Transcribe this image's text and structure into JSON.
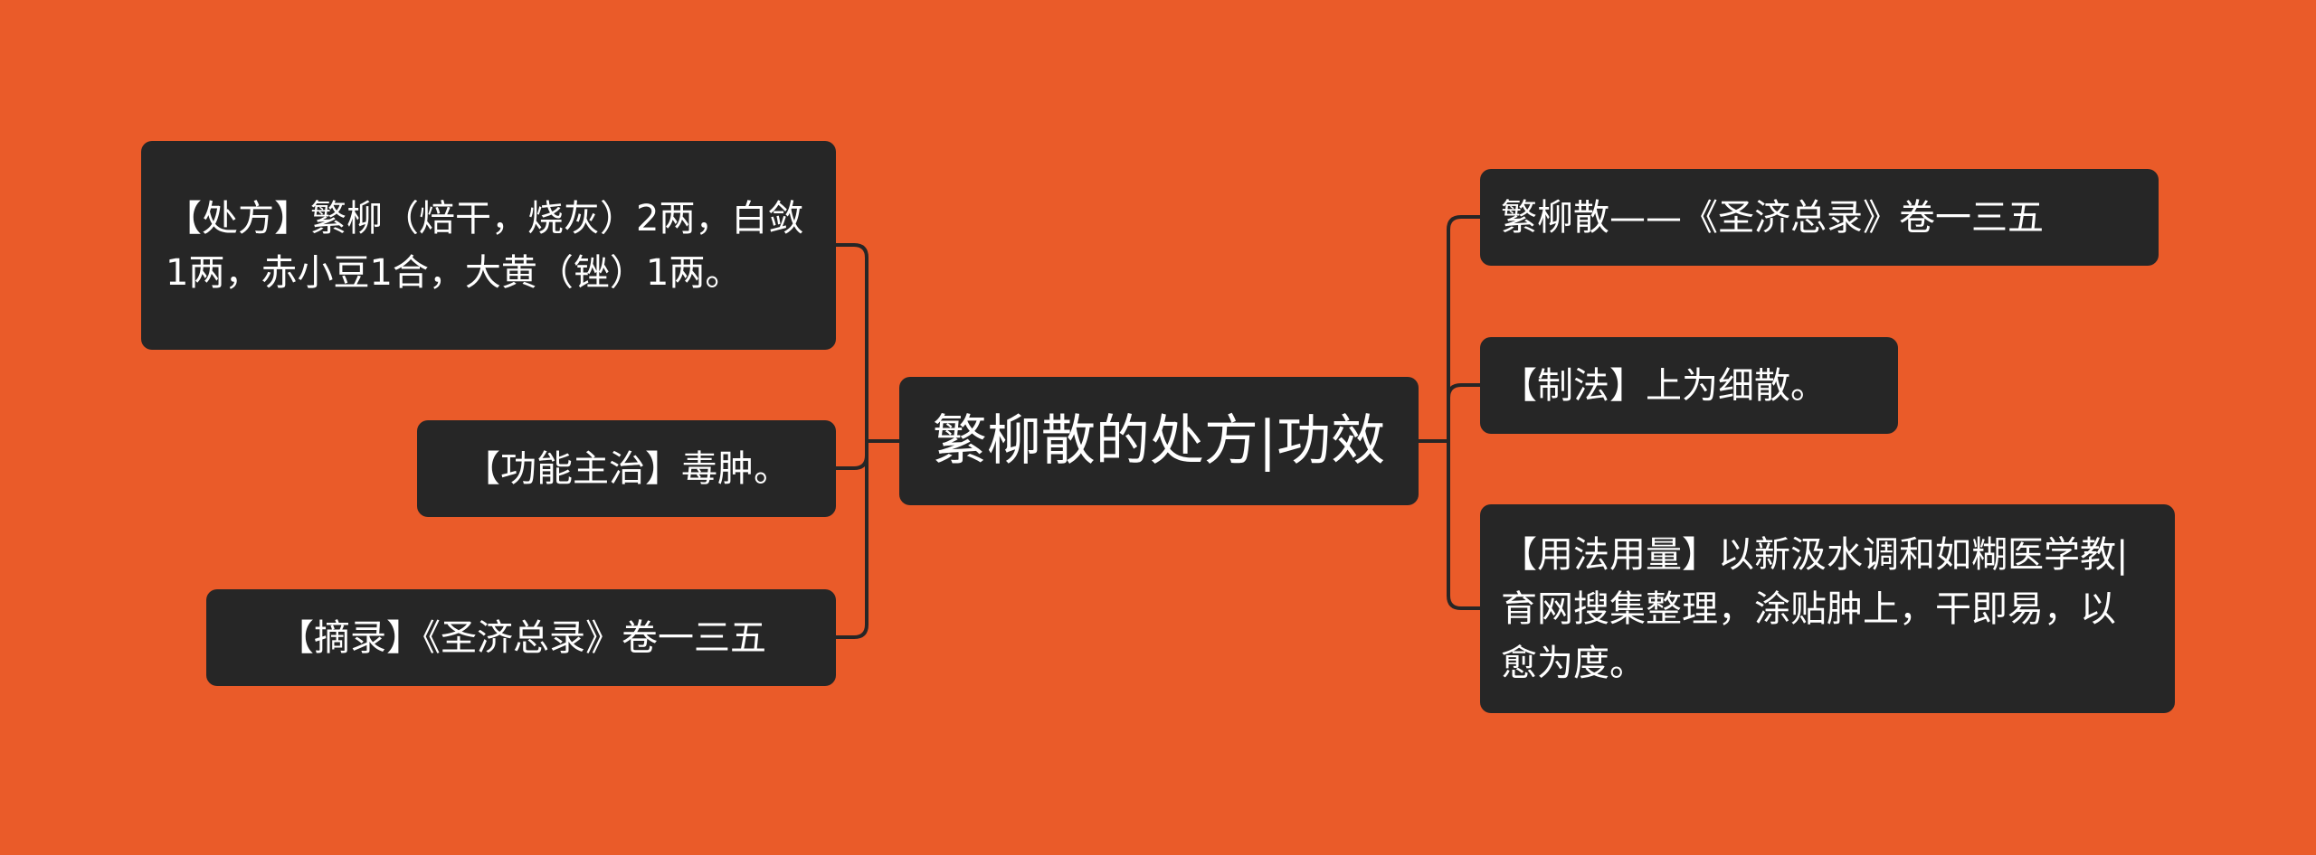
{
  "mindmap": {
    "root": {
      "label": "繁柳散的处方|功效"
    },
    "left_branches": [
      {
        "id": "prescription",
        "text": "【处方】繁柳（焙干，烧灰）2两，白敛1两，赤小豆1合，大黄（锉）1两。"
      },
      {
        "id": "function",
        "text": "【功能主治】毒肿。"
      },
      {
        "id": "excerpt",
        "text": "【摘录】《圣济总录》卷一三五"
      }
    ],
    "right_branches": [
      {
        "id": "title",
        "text": "繁柳散——《圣济总录》卷一三五"
      },
      {
        "id": "method",
        "text": "【制法】上为细散。"
      },
      {
        "id": "usage",
        "text": "【用法用量】以新汲水调和如糊医学教|育网搜集整理，涂贴肿上，干即易，以愈为度。"
      }
    ]
  },
  "colors": {
    "background": "#ea5b29",
    "node_fill": "#262626",
    "node_text": "#ffffff",
    "connector": "#262626"
  }
}
